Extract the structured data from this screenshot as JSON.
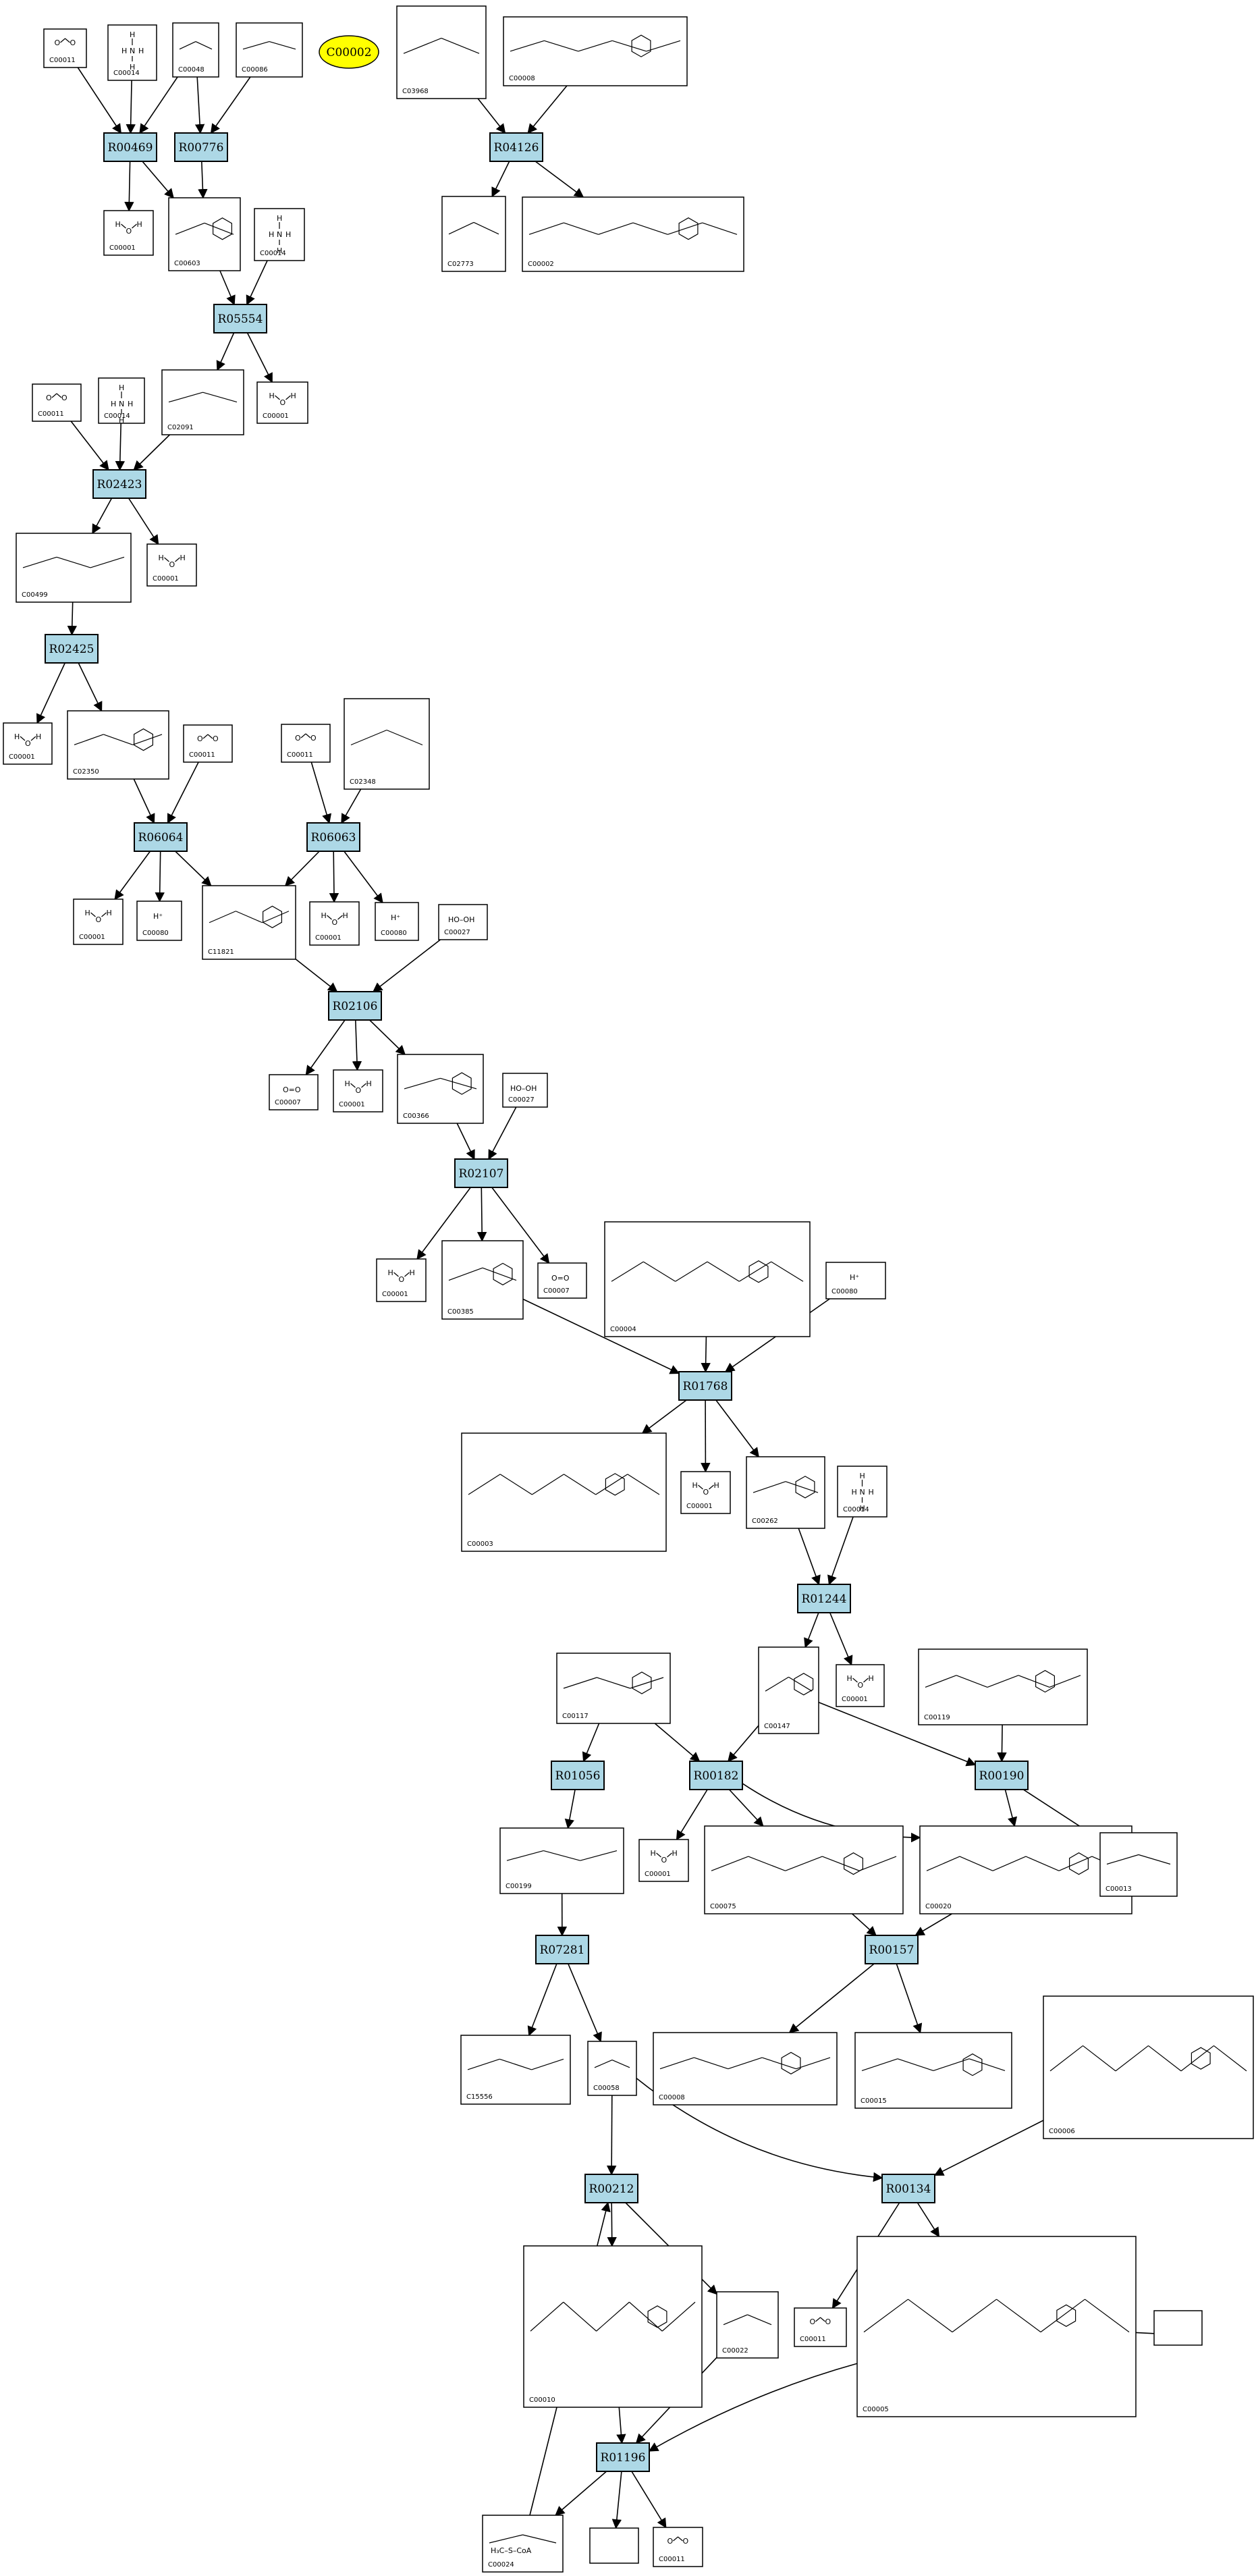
{
  "highlight": {
    "label": "C00002"
  },
  "reactions": [
    {
      "key": "R00469",
      "label": "R00469"
    },
    {
      "key": "R00776",
      "label": "R00776"
    },
    {
      "key": "R04126",
      "label": "R04126"
    },
    {
      "key": "R05554",
      "label": "R05554"
    },
    {
      "key": "R02423",
      "label": "R02423"
    },
    {
      "key": "R02425",
      "label": "R02425"
    },
    {
      "key": "R06064",
      "label": "R06064"
    },
    {
      "key": "R06063",
      "label": "R06063"
    },
    {
      "key": "R02106",
      "label": "R02106"
    },
    {
      "key": "R02107",
      "label": "R02107"
    },
    {
      "key": "R01768",
      "label": "R01768"
    },
    {
      "key": "R01244",
      "label": "R01244"
    },
    {
      "key": "R01056",
      "label": "R01056"
    },
    {
      "key": "R00182",
      "label": "R00182"
    },
    {
      "key": "R00190",
      "label": "R00190"
    },
    {
      "key": "R07281",
      "label": "R07281"
    },
    {
      "key": "R00157",
      "label": "R00157"
    },
    {
      "key": "R00212",
      "label": "R00212"
    },
    {
      "key": "R00134",
      "label": "R00134"
    },
    {
      "key": "R01196",
      "label": "R01196"
    }
  ],
  "compounds": [
    {
      "key": "n1",
      "id": "C00011",
      "mol": "co2"
    },
    {
      "key": "n2",
      "id": "C00014",
      "mol": "nh3"
    },
    {
      "key": "n3",
      "id": "C00048",
      "mol": "acid"
    },
    {
      "key": "n4",
      "id": "C00086",
      "mol": "urea"
    },
    {
      "key": "n5",
      "id": "C03968",
      "mol": "chain"
    },
    {
      "key": "n6",
      "id": "C00008",
      "mol": "nucleotide"
    },
    {
      "key": "n7",
      "id": "C00001",
      "mol": "water"
    },
    {
      "key": "n8",
      "id": "C00603",
      "mol": "ring"
    },
    {
      "key": "n9",
      "id": "C00014",
      "mol": "nh3"
    },
    {
      "key": "n10",
      "id": "C02773",
      "mol": "chain"
    },
    {
      "key": "n11",
      "id": "C00002",
      "mol": "nucleotide"
    },
    {
      "key": "n12",
      "id": "C00011",
      "mol": "co2"
    },
    {
      "key": "n13",
      "id": "C00014",
      "mol": "nh3"
    },
    {
      "key": "n14",
      "id": "C02091",
      "mol": "chain"
    },
    {
      "key": "n15",
      "id": "C00001",
      "mol": "water"
    },
    {
      "key": "n16",
      "id": "C00499",
      "mol": "chain"
    },
    {
      "key": "n17",
      "id": "C00001",
      "mol": "water"
    },
    {
      "key": "n18",
      "id": "C00001",
      "mol": "water"
    },
    {
      "key": "n19",
      "id": "C02350",
      "mol": "ring"
    },
    {
      "key": "n20",
      "id": "C00011",
      "mol": "co2"
    },
    {
      "key": "n21",
      "id": "C00011",
      "mol": "co2"
    },
    {
      "key": "n22",
      "id": "C02348",
      "mol": "chain"
    },
    {
      "key": "n23",
      "id": "C00001",
      "mol": "water"
    },
    {
      "key": "n24",
      "id": "C00080",
      "mol": "hplus"
    },
    {
      "key": "n25",
      "id": "C11821",
      "mol": "ring"
    },
    {
      "key": "n26",
      "id": "C00001",
      "mol": "water"
    },
    {
      "key": "n27",
      "id": "C00080",
      "mol": "hplus"
    },
    {
      "key": "n28",
      "id": "C00027",
      "mol": "peroxide"
    },
    {
      "key": "n29",
      "id": "C00007",
      "mol": "o2"
    },
    {
      "key": "n30",
      "id": "C00001",
      "mol": "water"
    },
    {
      "key": "n31",
      "id": "C00366",
      "mol": "ring"
    },
    {
      "key": "n32",
      "id": "C00027",
      "mol": "peroxide"
    },
    {
      "key": "n33",
      "id": "C00001",
      "mol": "water"
    },
    {
      "key": "n34",
      "id": "C00385",
      "mol": "ring"
    },
    {
      "key": "n35",
      "id": "C00007",
      "mol": "o2"
    },
    {
      "key": "n36",
      "id": "C00004",
      "mol": "nucleotide"
    },
    {
      "key": "n37",
      "id": "C00080",
      "mol": "hplus"
    },
    {
      "key": "n38",
      "id": "C00003",
      "mol": "nucleotide"
    },
    {
      "key": "n39",
      "id": "C00001",
      "mol": "water"
    },
    {
      "key": "n40",
      "id": "C00262",
      "mol": "ring"
    },
    {
      "key": "n41",
      "id": "C00014",
      "mol": "nh3"
    },
    {
      "key": "n42",
      "id": "C00117",
      "mol": "sugar"
    },
    {
      "key": "n43",
      "id": "C00147",
      "mol": "ring"
    },
    {
      "key": "n44",
      "id": "C00001",
      "mol": "water"
    },
    {
      "key": "n45",
      "id": "C00119",
      "mol": "sugar"
    },
    {
      "key": "n46",
      "id": "C00199",
      "mol": "chain"
    },
    {
      "key": "n47",
      "id": "C00001",
      "mol": "water"
    },
    {
      "key": "n48",
      "id": "C00075",
      "mol": "nucleotide"
    },
    {
      "key": "n49",
      "id": "C00020",
      "mol": "nucleotide"
    },
    {
      "key": "n50",
      "id": "C00013",
      "mol": "phosphate"
    },
    {
      "key": "n51",
      "id": "C15556",
      "mol": "chain"
    },
    {
      "key": "n52",
      "id": "C00058",
      "mol": "acid"
    },
    {
      "key": "n53",
      "id": "C00008",
      "mol": "nucleotide"
    },
    {
      "key": "n54",
      "id": "C00015",
      "mol": "nucleotide"
    },
    {
      "key": "n55",
      "id": "C00006",
      "mol": "nucleotide"
    },
    {
      "key": "n56",
      "id": "C00010",
      "mol": "coa"
    },
    {
      "key": "n57",
      "id": "C00022",
      "mol": "acid"
    },
    {
      "key": "n58",
      "id": "C00011",
      "mol": "co2"
    },
    {
      "key": "n59",
      "id": "C00005",
      "mol": "nucleotide"
    },
    {
      "key": "n60",
      "id": "",
      "mol": "none"
    },
    {
      "key": "n61",
      "id": "C00024",
      "mol": "acetylcoa"
    },
    {
      "key": "n62",
      "id": "",
      "mol": "none"
    },
    {
      "key": "n63",
      "id": "C00011",
      "mol": "co2"
    }
  ]
}
